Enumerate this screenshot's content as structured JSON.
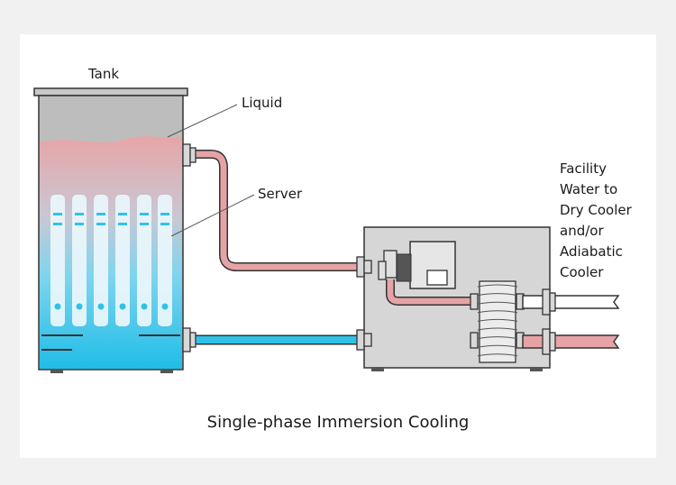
{
  "diagram": {
    "caption": "Single-phase Immersion Cooling",
    "labels": {
      "tank": "Tank",
      "liquid": "Liquid",
      "server": "Server",
      "facility_lines": [
        "Facility",
        "Water to",
        "Dry Cooler",
        "and/or",
        "Adiabatic",
        "Cooler"
      ]
    },
    "colors": {
      "hot": "#e5a3a5",
      "cold": "#2fc2e9",
      "tank_shell": "#bcbcbc",
      "unit_body": "#d6d6d6",
      "outline": "#333333"
    }
  }
}
